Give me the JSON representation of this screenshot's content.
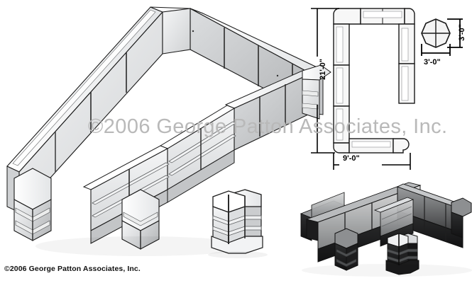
{
  "document": {
    "type": "technical-product-illustration",
    "subject": "U-shaped retail glass display case configuration",
    "copyright": "©2006 George Patton Associates, Inc.",
    "watermark": "©2006 George Patton Associates, Inc.",
    "background_color": "#ffffff",
    "line_color": "#1a1a1a",
    "watermark_color": "#b9b9b9"
  },
  "views": {
    "main_isometric": {
      "name": "Main isometric view",
      "finish": "clear / light maple",
      "description": "Large U-shaped showcase island with full-vision glass cases, corner units and sales counters"
    },
    "plan": {
      "name": "Top-down plan view",
      "dimensions": {
        "height_label": "21'-0\"",
        "width_label": "9'-0\""
      }
    },
    "corner_detail": {
      "name": "Corner unit plan detail",
      "dimensions": {
        "width_label": "3'-0\"",
        "depth_label": "3'-0\""
      }
    },
    "tower": {
      "name": "Octagonal tower showcase",
      "finish": "clear / light"
    },
    "dark_isometric": {
      "name": "Secondary isometric view",
      "finish": "black"
    },
    "dark_tower": {
      "name": "Octagonal tower showcase, black finish",
      "finish": "black"
    }
  },
  "palette": {
    "glass_light": "#e8e9ea",
    "glass_mid": "#d2d4d6",
    "panel_light": "#f1f2f3",
    "panel_mid": "#c9cbcd",
    "panel_dark": "#a9abad",
    "black_panel": "#171717",
    "black_panel_mid": "#2a2a2a",
    "black_glass": "#4a4c4e",
    "outline": "#1a1a1a"
  }
}
